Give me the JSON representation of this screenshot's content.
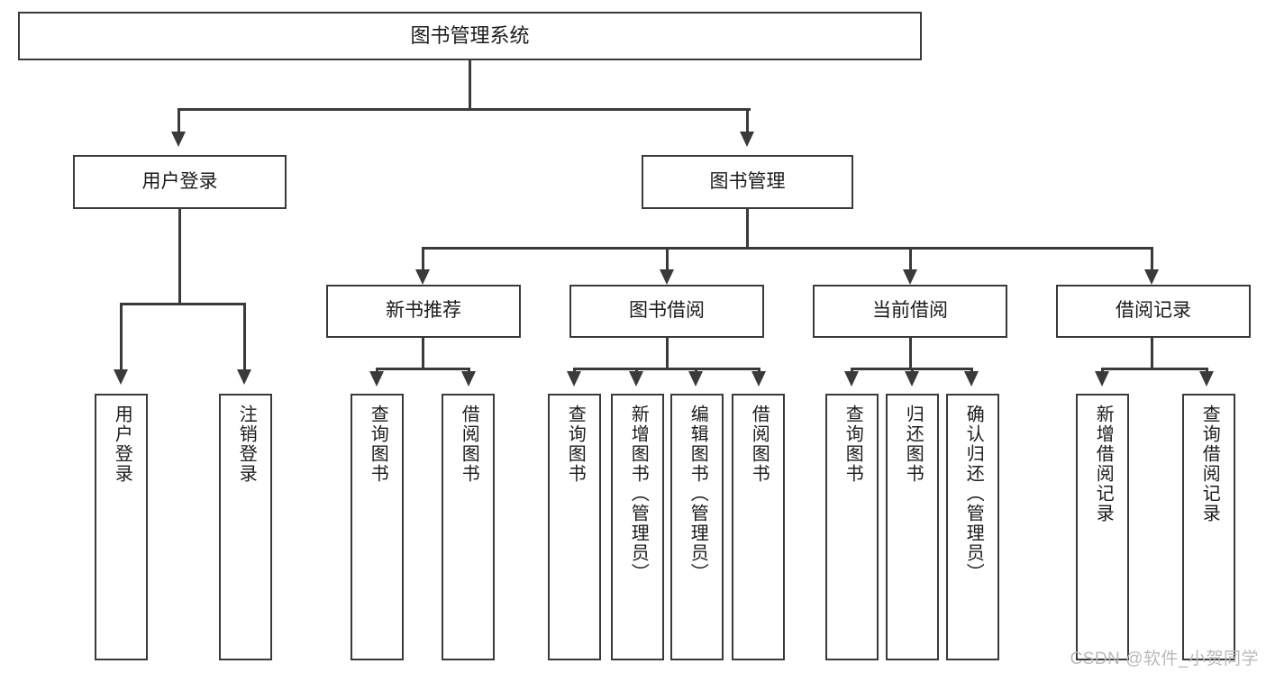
{
  "diagram": {
    "title": "图书管理系统",
    "type": "tree-hierarchy",
    "watermark": "CSDN @软件_小贺同学"
  },
  "nodes": {
    "root": {
      "label": "图书管理系统"
    },
    "level2": [
      {
        "label": "用户登录"
      },
      {
        "label": "图书管理"
      }
    ],
    "level3": [
      {
        "label": "新书推荐"
      },
      {
        "label": "图书借阅"
      },
      {
        "label": "当前借阅"
      },
      {
        "label": "借阅记录"
      }
    ],
    "leaves": {
      "user_login": [
        {
          "label": "用户登录"
        },
        {
          "label": "注销登录"
        }
      ],
      "new_book": [
        {
          "label": "查询图书"
        },
        {
          "label": "借阅图书"
        }
      ],
      "book_borrow": [
        {
          "label": "查询图书"
        },
        {
          "label": "新增图书（管理员）"
        },
        {
          "label": "编辑图书（管理员）"
        },
        {
          "label": "借阅图书"
        }
      ],
      "current_borrow": [
        {
          "label": "查询图书"
        },
        {
          "label": "归还图书"
        },
        {
          "label": "确认归还（管理员）"
        }
      ],
      "borrow_record": [
        {
          "label": "新增借阅记录"
        },
        {
          "label": "查询借阅记录"
        }
      ]
    }
  },
  "colors": {
    "stroke": "#3a3a3a",
    "text": "#1b1b1b",
    "background": "#ffffff",
    "watermark": "#b9b9b9"
  }
}
